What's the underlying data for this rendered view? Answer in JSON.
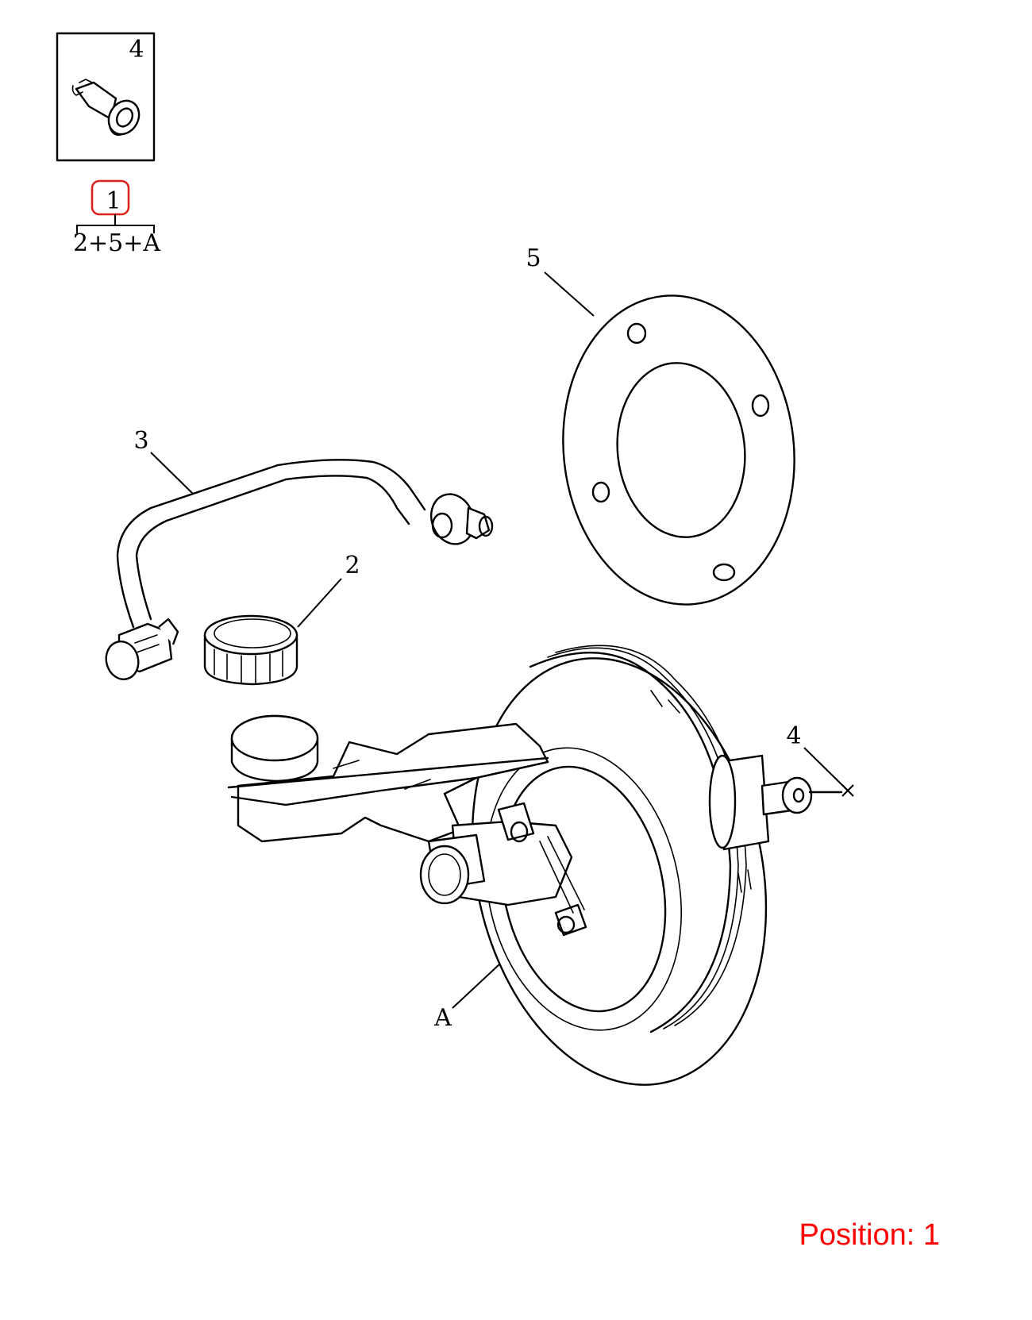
{
  "inset": {
    "callout": "4"
  },
  "group": {
    "callout": "1",
    "formula": "2+5+A",
    "highlight_color": "#e0201b"
  },
  "callouts": {
    "gasket": "5",
    "hose": "3",
    "cap": "2",
    "clip": "4",
    "booster": "A"
  },
  "footer": {
    "position_label": "Position: 1",
    "color": "#ff0000"
  }
}
